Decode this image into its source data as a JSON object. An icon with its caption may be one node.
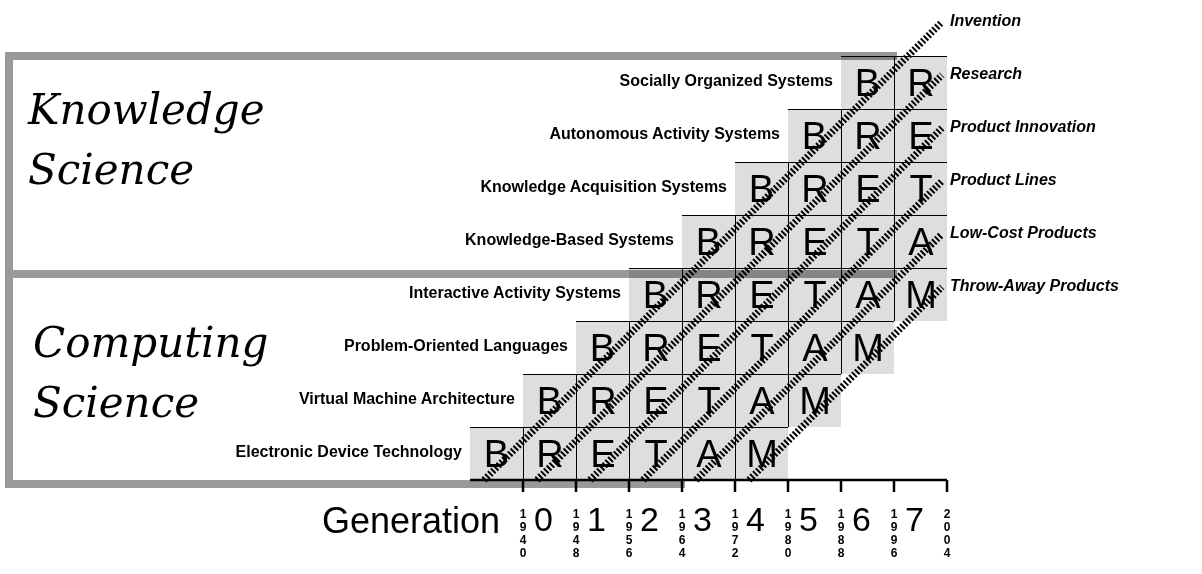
{
  "diagram": {
    "nodes": [
      {
        "text": [
          "Knowledge Science"
        ]
      },
      {
        "text": [
          "Computing Science"
        ]
      }
    ],
    "labels": [
      "Invention",
      "Research",
      "Product Innovation",
      "Product Lines",
      "Low-Cost Products",
      "Throw-Away Products",
      "Socially Organized Systems",
      "Autonomous Activity Systems",
      "Knowledge Acquisition Systems",
      "Knowledge-Based Systems",
      "Interactive Activity Systems",
      "Problem-Oriented Languages",
      "Virtual Machine Architecture",
      "Electronic Device Technology",
      "Generation",
      "0",
      "1",
      "2",
      "3",
      "4",
      "5",
      "6",
      "7",
      "1940",
      "1948",
      "1956",
      "1964",
      "1972",
      "1980",
      "1988",
      "1996",
      "2004",
      "B",
      "R",
      "B",
      "R",
      "E",
      "B",
      "R",
      "E",
      "T",
      "B",
      "R",
      "E",
      "T",
      "A",
      "B",
      "R",
      "E",
      "T",
      "A",
      "M",
      "B",
      "R",
      "E",
      "T",
      "A",
      "M",
      "B",
      "R",
      "E",
      "T",
      "A",
      "M",
      "B",
      "R",
      "E",
      "T",
      "A",
      "M"
    ]
  }
}
